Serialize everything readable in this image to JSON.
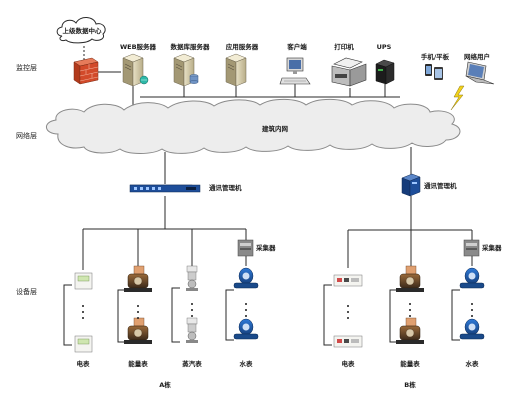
{
  "layers": {
    "monitor": "监控层",
    "network": "网络层",
    "device": "设备层"
  },
  "top": {
    "remote_center": "上级数据中心",
    "web_server": "WEB服务器",
    "db_server": "数据库服务器",
    "app_server": "应用服务器",
    "client": "客户端",
    "printer": "打印机",
    "ups": "UPS",
    "mobile": "手机/平板",
    "network_user": "网络用户"
  },
  "network": {
    "lan": "建筑内网"
  },
  "building_a": {
    "gateway": "通讯管理机",
    "collector": "采集器",
    "electric_meter": "电表",
    "energy_meter": "能量表",
    "steam_meter": "蒸汽表",
    "water_meter": "水表",
    "name": "A栋"
  },
  "building_b": {
    "gateway": "通讯管理机",
    "collector": "采集器",
    "electric_meter": "电表",
    "energy_meter": "能量表",
    "water_meter": "水表",
    "name": "B栋"
  },
  "colors": {
    "line": "#2a2a2a",
    "cloud_fill": "#ededed",
    "water_meter_blue": "#1f5db8",
    "gateway_blue": "#1e4e9a",
    "firewall_red": "#d24a2a",
    "lightning_yellow": "#f2d21b"
  }
}
